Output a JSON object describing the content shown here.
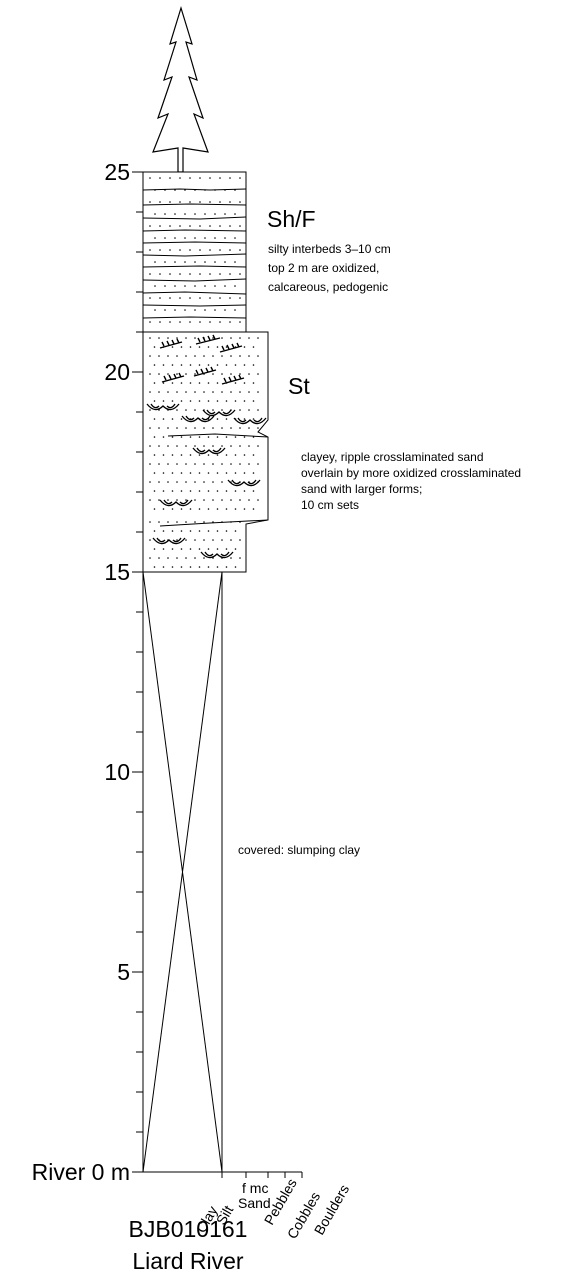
{
  "axis": {
    "ticks": [
      {
        "value": 25,
        "label": "25"
      },
      {
        "value": 20,
        "label": "20"
      },
      {
        "value": 15,
        "label": "15"
      },
      {
        "value": 10,
        "label": "10"
      },
      {
        "value": 5,
        "label": "5"
      },
      {
        "value": 0,
        "label": "River 0 m"
      }
    ]
  },
  "units": [
    {
      "code": "Sh/F",
      "description": [
        "silty interbeds 3–10 cm",
        "top 2 m are oxidized,",
        "calcareous, pedogenic"
      ]
    },
    {
      "code": "St",
      "description": [
        "clayey, ripple crosslaminated sand",
        "overlain by more oxidized crosslaminated",
        "sand with larger forms;",
        "10 cm sets"
      ]
    }
  ],
  "covered_note": "covered: slumping clay",
  "grain_size": {
    "clay": "Clay",
    "silt": "Silt",
    "sand_sub": "f mc",
    "sand": "Sand",
    "pebbles": "Pebbles",
    "cobbles": "Cobbles",
    "boulders": "Boulders"
  },
  "section_id": "BJB010161",
  "location": "Liard River"
}
